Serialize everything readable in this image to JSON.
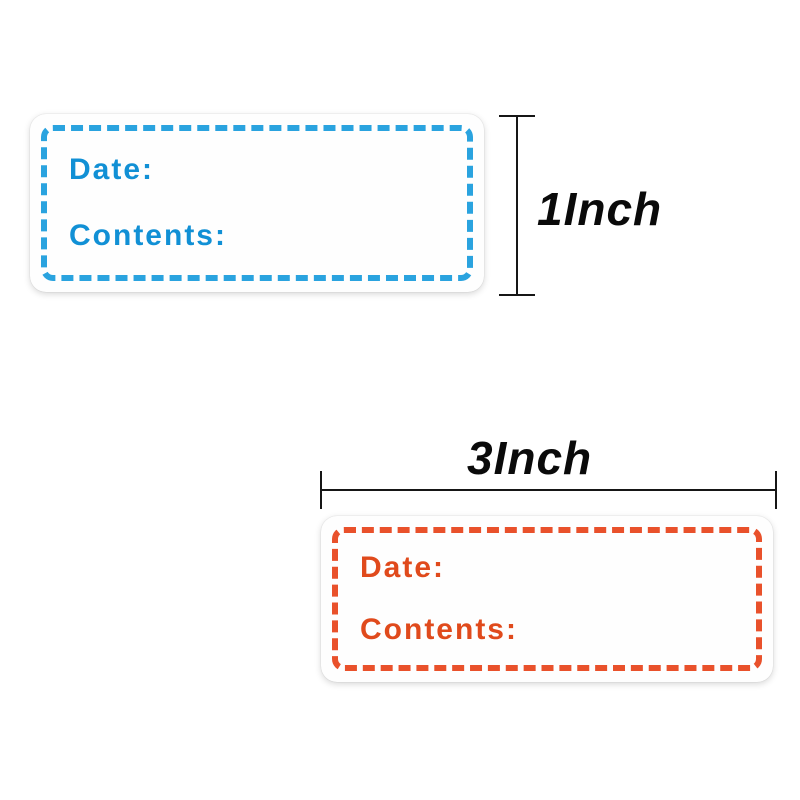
{
  "page": {
    "background_color": "#ffffff"
  },
  "blue_label": {
    "date": "Date:",
    "contents": "Contents:",
    "border_color": "#2aa3df",
    "text_color": "#1190d5",
    "fill_color": "#fefefe"
  },
  "red_label": {
    "date": "Date:",
    "contents": "Contents:",
    "border_color": "#e9512b",
    "text_color": "#e04a1c",
    "fill_color": "#fefefe"
  },
  "dimension_height": {
    "label": "1Inch"
  },
  "dimension_width": {
    "label": "3Inch"
  }
}
